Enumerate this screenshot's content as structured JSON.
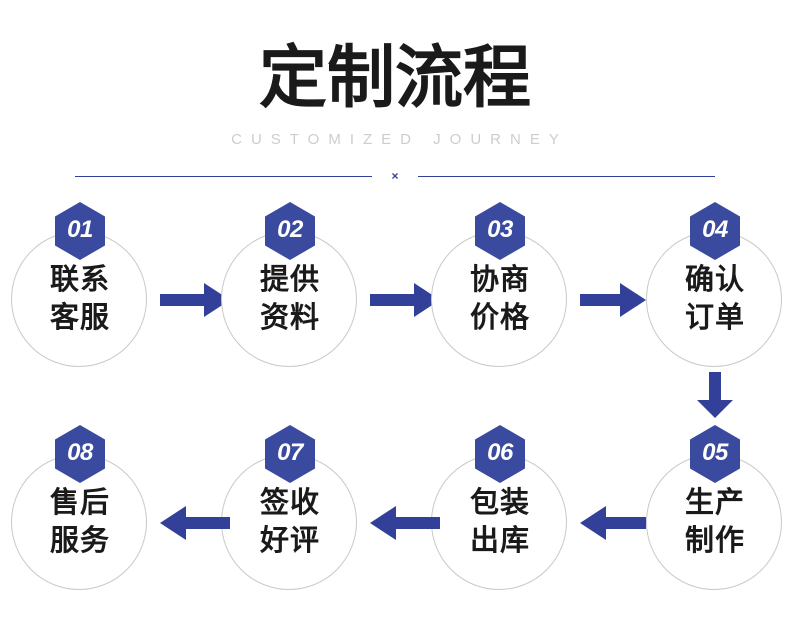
{
  "header": {
    "title": "定制流程",
    "subtitle": "CUSTOMIZED JOURNEY",
    "divider_mark": "×"
  },
  "colors": {
    "brand_blue": "#3a4a9e",
    "arrow_blue": "#33409a",
    "ring_gray": "#c9c9c9",
    "subtitle_gray": "#cdcdcd",
    "text_black": "#1a1a1a",
    "background": "#ffffff"
  },
  "flow": {
    "steps": [
      {
        "number": "01",
        "line1": "联系",
        "line2": "客服"
      },
      {
        "number": "02",
        "line1": "提供",
        "line2": "资料"
      },
      {
        "number": "03",
        "line1": "协商",
        "line2": "价格"
      },
      {
        "number": "04",
        "line1": "确认",
        "line2": "订单"
      },
      {
        "number": "05",
        "line1": "生产",
        "line2": "制作"
      },
      {
        "number": "06",
        "line1": "包装",
        "line2": "出库"
      },
      {
        "number": "07",
        "line1": "签收",
        "line2": "好评"
      },
      {
        "number": "08",
        "line1": "售后",
        "line2": "服务"
      }
    ],
    "connectors": [
      {
        "from": "01",
        "to": "02",
        "direction": "right"
      },
      {
        "from": "02",
        "to": "03",
        "direction": "right"
      },
      {
        "from": "03",
        "to": "04",
        "direction": "right"
      },
      {
        "from": "04",
        "to": "05",
        "direction": "down"
      },
      {
        "from": "05",
        "to": "06",
        "direction": "left"
      },
      {
        "from": "06",
        "to": "07",
        "direction": "left"
      },
      {
        "from": "07",
        "to": "08",
        "direction": "left"
      }
    ]
  }
}
